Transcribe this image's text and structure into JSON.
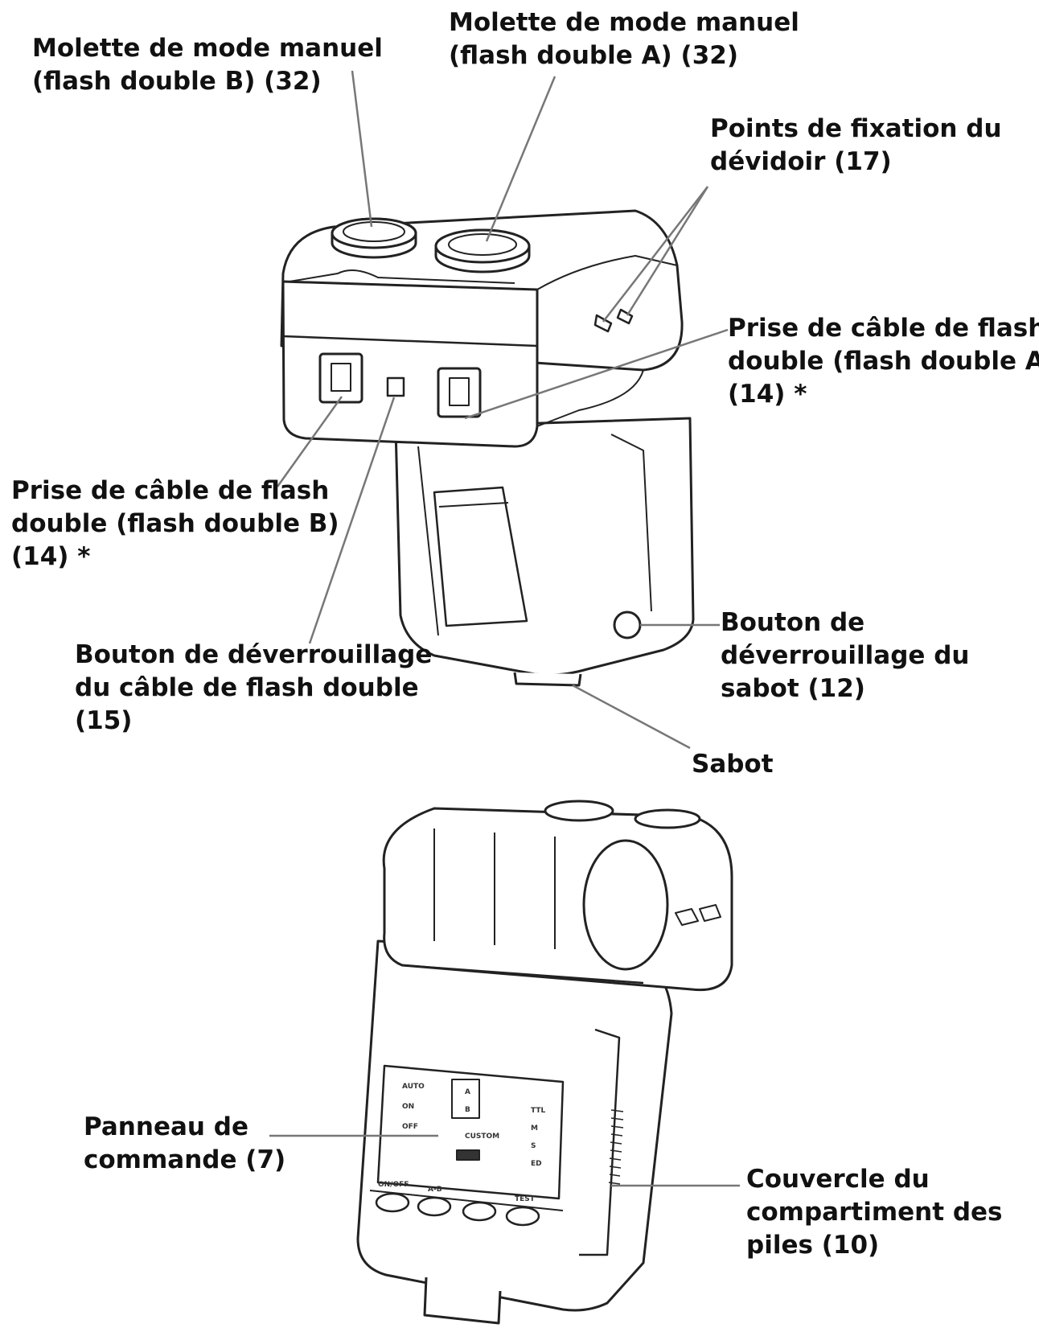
{
  "colors": {
    "text": "#111111",
    "line": "#777777",
    "outline": "#222222",
    "fill": "#ffffff"
  },
  "callouts": {
    "dial_b": [
      "Molette de mode manuel",
      "(flash double B) (32)"
    ],
    "dial_a": [
      "Molette de mode manuel",
      "(flash double A) (32)"
    ],
    "mount_points": [
      "Points de fixation du",
      "dévidoir (17)"
    ],
    "socket_a": [
      "Prise de câble de flash",
      "double (flash double A)",
      "(14) *"
    ],
    "socket_b": [
      "Prise de câble de flash",
      "double (flash double B)",
      "(14) *"
    ],
    "cable_release": [
      "Bouton de déverrouillage",
      "du câble de flash double",
      "(15)"
    ],
    "shoe_release": [
      "Bouton de",
      "déverrouillage du",
      "sabot (12)"
    ],
    "shoe": [
      "Sabot"
    ],
    "control_panel": [
      "Panneau de",
      "commande (7)"
    ],
    "battery_cover": [
      "Couvercle du",
      "compartiment des",
      "piles (10)"
    ]
  },
  "panel": {
    "mode_labels": [
      "AUTO",
      "ON",
      "OFF"
    ],
    "group_labels": [
      "A",
      "B"
    ],
    "custom_label": "CUSTOM",
    "right_labels": [
      "TTL",
      "M",
      "S",
      "ED"
    ],
    "button_labels": [
      "ON/OFF",
      "A-B",
      "",
      "TEST"
    ]
  }
}
